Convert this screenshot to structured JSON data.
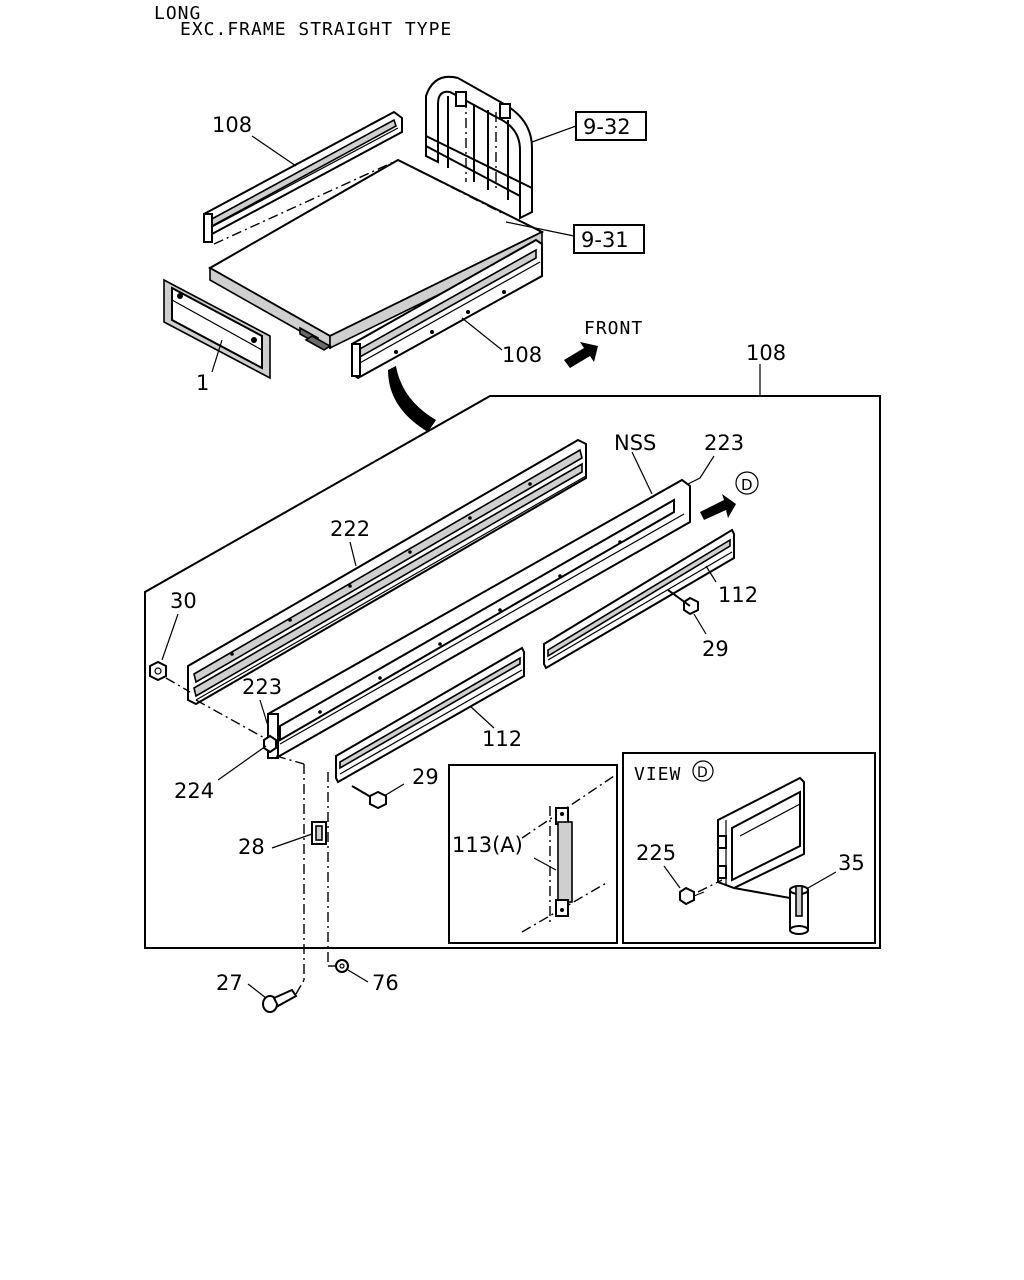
{
  "header": {
    "line1": "LONG",
    "line2": "EXC.FRAME STRAIGHT TYPE"
  },
  "labels": {
    "p108_top": "108",
    "ref_9_32": "9-32",
    "ref_9_31": "9-31",
    "p1": "1",
    "p108_mid": "108",
    "front": "FRONT",
    "p108_box": "108",
    "nss": "NSS",
    "p223_top": "223",
    "view_letter": "D",
    "p222": "222",
    "p30": "30",
    "p112_right": "112",
    "p29_right": "29",
    "p223_left": "223",
    "p112_mid": "112",
    "p224": "224",
    "p29_mid": "29",
    "p28": "28",
    "p113a": "113(A)",
    "view_label": "VIEW",
    "view_letter2": "D",
    "p225": "225",
    "p35": "35",
    "p27": "27",
    "p76": "76"
  }
}
